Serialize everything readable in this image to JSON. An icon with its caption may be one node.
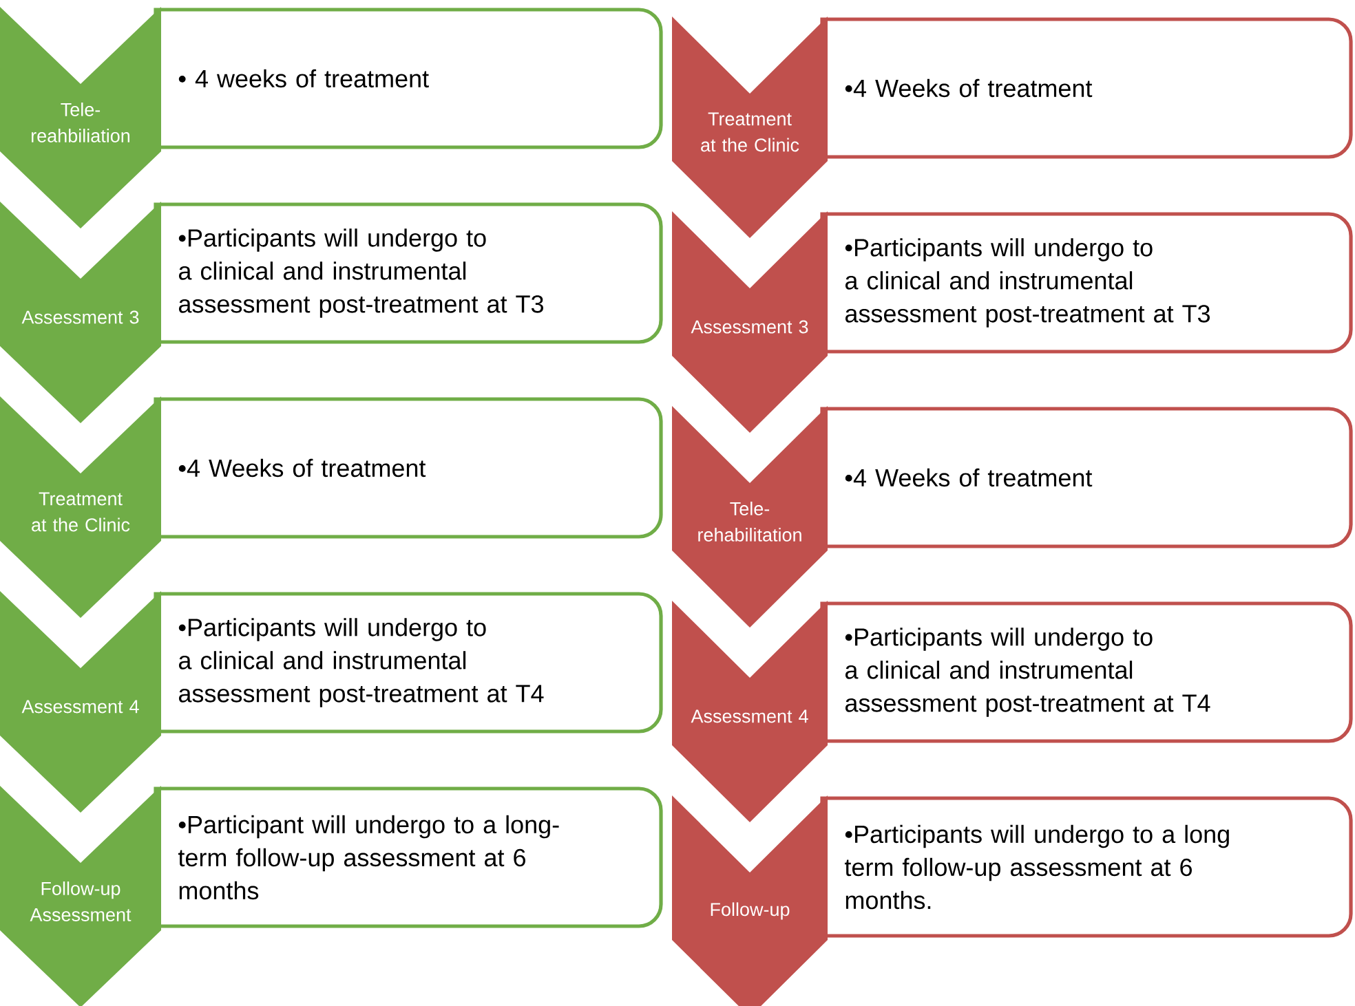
{
  "diagram": {
    "nodes": [
      {
        "text": [
          "Tele-reahbiliation"
        ]
      },
      {
        "text": [
          "• 4 weeks of treatment"
        ]
      },
      {
        "text": [
          "Assessment 3"
        ]
      },
      {
        "text": [
          "•Participants will undergo to a clinical and instrumental assessment post-treatment at T3"
        ]
      },
      {
        "text": [
          "Treatment at the Clinic"
        ]
      },
      {
        "text": [
          "•4 Weeks of treatment"
        ]
      },
      {
        "text": [
          "Assessment 4"
        ]
      },
      {
        "text": [
          "•Participants will undergo to a clinical and instrumental assessment post-treatment at T4"
        ]
      },
      {
        "text": [
          "Follow-up Assessment"
        ]
      },
      {
        "text": [
          "•Participant will undergo to a long-term follow-up assessment at 6 months"
        ]
      },
      {
        "text": [
          "Treatment at the Clinic"
        ]
      },
      {
        "text": [
          "•4 Weeks of treatment"
        ]
      },
      {
        "text": [
          "Assessment 3"
        ]
      },
      {
        "text": [
          "•Participants will undergo to a clinical and instrumental assessment post-treatment at T3"
        ]
      },
      {
        "text": [
          "Tele-rehabilitation"
        ]
      },
      {
        "text": [
          "•4 Weeks of treatment"
        ]
      },
      {
        "text": [
          "Assessment 4"
        ]
      },
      {
        "text": [
          "•Participants will undergo to a clinical and instrumental assessment post-treatment at T4"
        ]
      },
      {
        "text": [
          "Follow-up"
        ]
      },
      {
        "text": [
          "•Participants will undergo to a long term follow-up assessment at 6 months."
        ]
      }
    ]
  }
}
